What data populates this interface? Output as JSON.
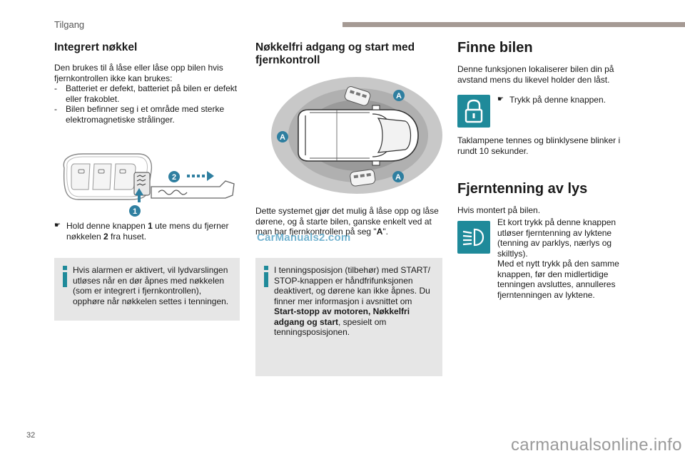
{
  "header": {
    "section": "Tilgang"
  },
  "col1": {
    "title": "Integrert nøkkel",
    "intro": "Den brukes til å låse eller låse opp bilen hvis fjernkontrollen ikke kan brukes:",
    "bullets": [
      "Batteriet er defekt, batteriet på bilen er defekt eller frakoblet.",
      "Bilen befinner seg i et område med sterke elektromagnetiske strålinger."
    ],
    "callout_1": "1",
    "callout_2": "2",
    "step_pre": "Hold denne knappen ",
    "step_num1": "1",
    "step_mid": " ute mens du fjerner nøkkelen ",
    "step_num2": "2",
    "step_post": " fra huset.",
    "note": "Hvis alarmen er aktivert, vil lydvarslingen utløses når en dør åpnes med nøkkelen (som er integrert i fjernkontrollen), opphøre når nøkkelen settes i tenningen."
  },
  "col2": {
    "title": "Nøkkelfri adgang og start med fjernkontroll",
    "zone_label": "A",
    "desc_pre": "Dette systemet gjør det mulig å låse opp og låse dørene, og å starte bilen, ganske enkelt ved at man har fjernkontrollen på seg \"",
    "desc_bold": "A",
    "desc_post": "\".",
    "note_pre": "I tenningsposisjon (tilbehør) med START/ STOP-knappen er håndfrifunksjonen deaktivert, og dørene kan ikke åpnes. Du finner mer informasjon i avsnittet om ",
    "note_bold": "Start-stopp av motoren, Nøkkelfri adgang og start",
    "note_post": ", spesielt om tenningsposisjonen."
  },
  "col3": {
    "title1": "Finne bilen",
    "desc1": "Denne funksjonen lokaliserer bilen din på avstand mens du likevel holder den låst.",
    "step1": "Trykk på denne knappen.",
    "result1": "Taklampene tennes og blinklysene blinker i rundt 10 sekunder.",
    "title2": "Fjerntenning av lys",
    "desc2": "Hvis montert på bilen.",
    "info2_a": "Et kort trykk på denne knappen utløser fjerntenning av lyktene (tenning av parklys, nærlys og skiltlys).",
    "info2_b": "Med et nytt trykk på den samme knappen, før den midlertidige tenningen avsluttes, annulleres fjerntenningen av lyktene."
  },
  "footer": {
    "page_number": "32"
  },
  "watermarks": {
    "mid": "CarManuals2.com",
    "bottom": "carmanualsonline.info"
  },
  "colors": {
    "accent_teal": "#1f8a9a",
    "badge_teal": "#2f7fa0",
    "note_bg": "#e6e6e6",
    "header_bar": "#a59a94"
  },
  "icons": {
    "lock_tile": "padlock-icon",
    "lights_tile": "headlight-icon",
    "note": "info-icon"
  }
}
